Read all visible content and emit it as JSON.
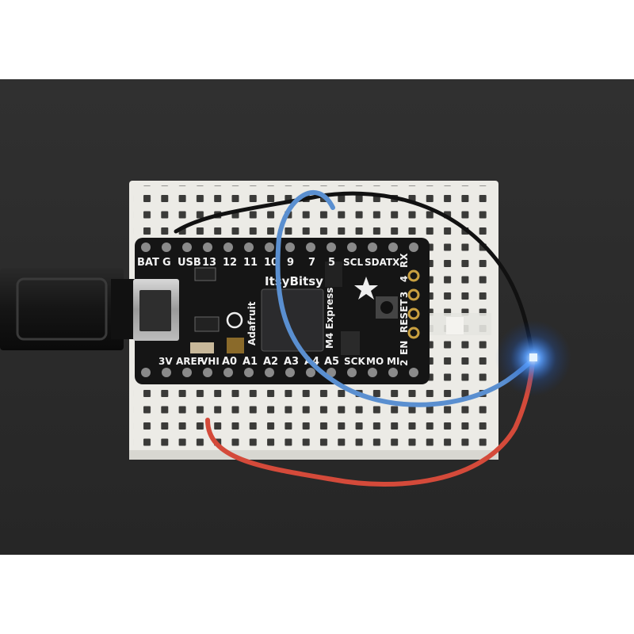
{
  "board": {
    "brand": "Adafruit",
    "name": "ItsyBitsy",
    "chip": "M4 Express",
    "silkscreen_top": [
      "BAT",
      "G",
      "USB",
      "13",
      "12",
      "11",
      "10",
      "9",
      "7",
      "5",
      "SCL",
      "SDA",
      "TX"
    ],
    "silkscreen_bottom": [
      "3V",
      "AREF",
      "VHI",
      "A0",
      "A1",
      "A2",
      "A3",
      "A4",
      "A5",
      "SCK",
      "MO",
      "MI"
    ],
    "silkscreen_right": [
      "RX",
      "4",
      "3",
      "RESET",
      "EN",
      "2"
    ]
  },
  "colors": {
    "background_dark": "#2b2b2b",
    "breadboard": "#ecebe6",
    "pcb": "#151515",
    "wire_blue": "#5a8fd0",
    "wire_red": "#d44a3a",
    "wire_black": "#111111",
    "led_glow": "#3f8cff"
  }
}
